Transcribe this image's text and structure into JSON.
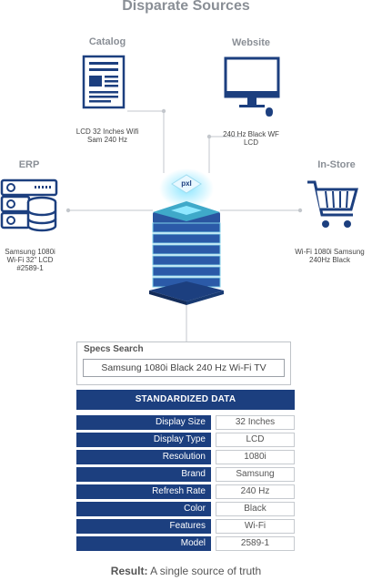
{
  "title": "Disparate Sources",
  "sources": {
    "catalog": {
      "label": "Catalog",
      "text": [
        "LCD 32 Inches Wifi",
        "Sam 240 Hz"
      ]
    },
    "website": {
      "label": "Website",
      "text": [
        "240 Hz Black WF",
        "LCD"
      ]
    },
    "erp": {
      "label": "ERP",
      "text": [
        "Samsung 1080i",
        "Wi-Fi 32\" LCD",
        "#2589-1"
      ]
    },
    "instore": {
      "label": "In-Store",
      "text": [
        "Wi-Fi 1080i Samsung",
        "240Hz Black"
      ]
    }
  },
  "server_badge": "pxl",
  "search": {
    "label": "Specs Search",
    "value": "Samsung 1080i Black 240 Hz Wi-Fi TV"
  },
  "standardized": {
    "header": "STANDARDIZED DATA",
    "rows": [
      {
        "label": "Display Size",
        "value": "32 Inches"
      },
      {
        "label": "Display Type",
        "value": "LCD"
      },
      {
        "label": "Resolution",
        "value": "1080i"
      },
      {
        "label": "Brand",
        "value": "Samsung"
      },
      {
        "label": "Refresh Rate",
        "value": "240 Hz"
      },
      {
        "label": "Color",
        "value": "Black"
      },
      {
        "label": "Features",
        "value": "Wi-Fi"
      },
      {
        "label": "Model",
        "value": "2589-1"
      }
    ]
  },
  "result": {
    "bold": "Result:",
    "text": " A single source of truth"
  },
  "colors": {
    "navy": "#1c3f7f",
    "teal": "#3fa9c9",
    "gray_label": "#8a8f96"
  }
}
